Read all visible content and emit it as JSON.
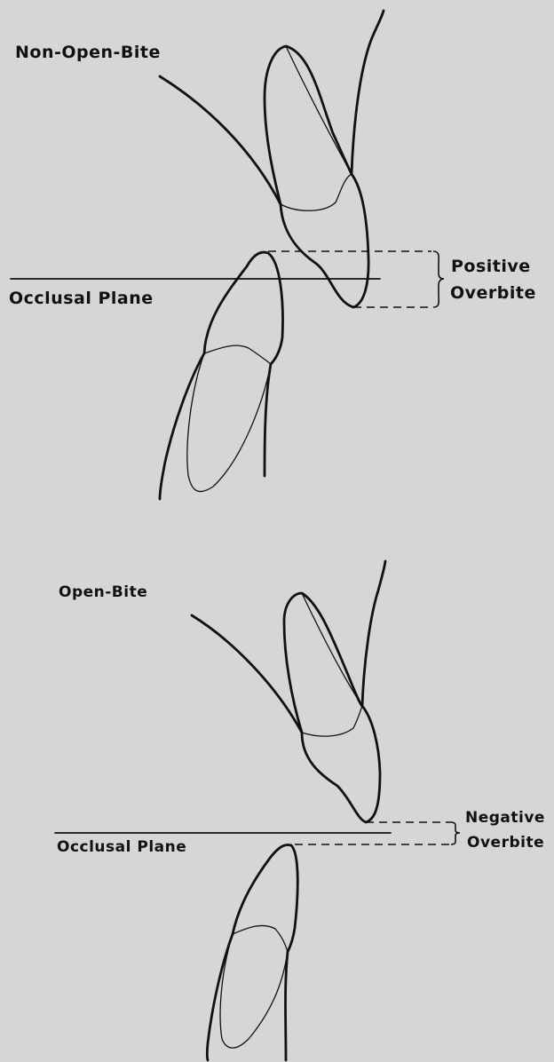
{
  "panels": [
    {
      "title": "Non-Open-Bite",
      "plane_label": "Occlusal Plane",
      "overbite_label_line1": "Positive",
      "overbite_label_line2": "Overbite"
    },
    {
      "title": "Open-Bite",
      "plane_label": "Occlusal Plane",
      "overbite_label_line1": "Negative",
      "overbite_label_line2": "Overbite"
    }
  ]
}
